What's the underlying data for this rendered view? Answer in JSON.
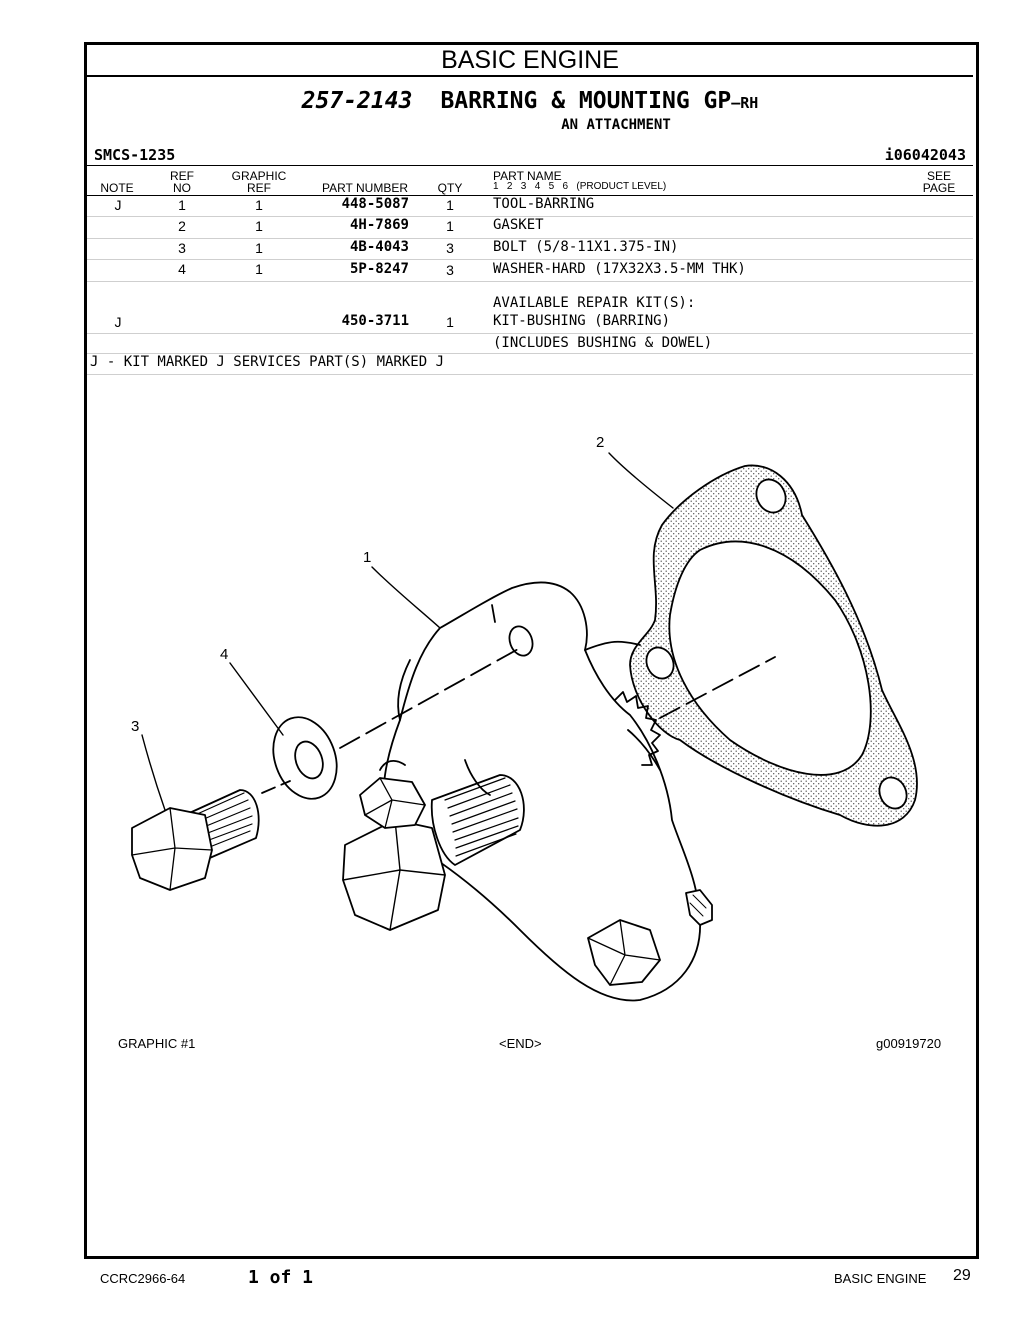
{
  "header": {
    "section_title": "BASIC ENGINE"
  },
  "group": {
    "number": "257-2143",
    "name": "BARRING & MOUNTING GP",
    "suffix": "—RH",
    "subtitle": "AN ATTACHMENT",
    "smcs": "SMCS-1235",
    "doc_id": "i06042043"
  },
  "columns": {
    "note": "NOTE",
    "ref_no": [
      "REF",
      "NO"
    ],
    "graphic_ref": [
      "GRAPHIC",
      "REF"
    ],
    "part_number": "PART NUMBER",
    "qty": "QTY",
    "part_name": "PART NAME",
    "product_level": "1   2   3   4   5   6   (PRODUCT LEVEL)",
    "see_page": [
      "SEE",
      "PAGE"
    ]
  },
  "rows": [
    {
      "note": "J",
      "ref": "1",
      "graphic": "1",
      "part_number": "448-5087",
      "qty": "1",
      "name": "TOOL-BARRING"
    },
    {
      "note": "",
      "ref": "2",
      "graphic": "1",
      "part_number": "4H-7869",
      "qty": "1",
      "name": "GASKET"
    },
    {
      "note": "",
      "ref": "3",
      "graphic": "1",
      "part_number": "4B-4043",
      "qty": "3",
      "name": "BOLT (5/8-11X1.375-IN)"
    },
    {
      "note": "",
      "ref": "4",
      "graphic": "1",
      "part_number": "5P-8247",
      "qty": "3",
      "name": "WASHER-HARD (17X32X3.5-MM THK)"
    }
  ],
  "repair_kits": {
    "heading": "AVAILABLE REPAIR KIT(S):",
    "kit": {
      "note": "J",
      "part_number": "450-3711",
      "qty": "1",
      "name": "KIT-BUSHING (BARRING)",
      "detail": "(INCLUDES BUSHING & DOWEL)"
    }
  },
  "footnote": "J - KIT MARKED J SERVICES PART(S) MARKED J",
  "graphic": {
    "callouts": [
      "1",
      "2",
      "3",
      "4"
    ],
    "label": "GRAPHIC #1",
    "end_marker": "<END>",
    "graphic_id": "g00919720"
  },
  "footer": {
    "doc_code": "CCRC2966-64",
    "page_of": "1 of 1",
    "section": "BASIC ENGINE",
    "page_number": "29"
  }
}
